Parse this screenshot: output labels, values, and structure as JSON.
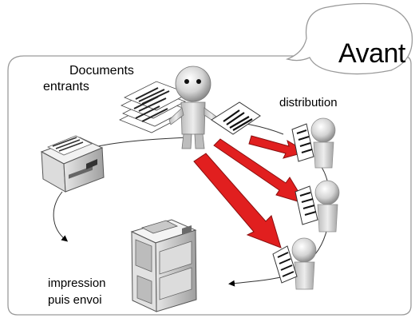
{
  "labels": {
    "avant": "Avant",
    "documents_line1": "Documents",
    "documents_line2": "entrants",
    "distribution": "distribution",
    "impression_line1": "impression",
    "impression_line2": "puis envoi"
  },
  "colors": {
    "arrow_red": "#e11f1f",
    "arrow_dark": "#8a0f0f",
    "frame": "#9a9a9a",
    "figure_gray": "#c9c9c9",
    "machine_gray": "#d8d8d8"
  },
  "icons": [
    "person-figure-icon",
    "document-stack-icon",
    "printer-icon",
    "copier-icon",
    "document-icon",
    "red-arrow-icon"
  ]
}
